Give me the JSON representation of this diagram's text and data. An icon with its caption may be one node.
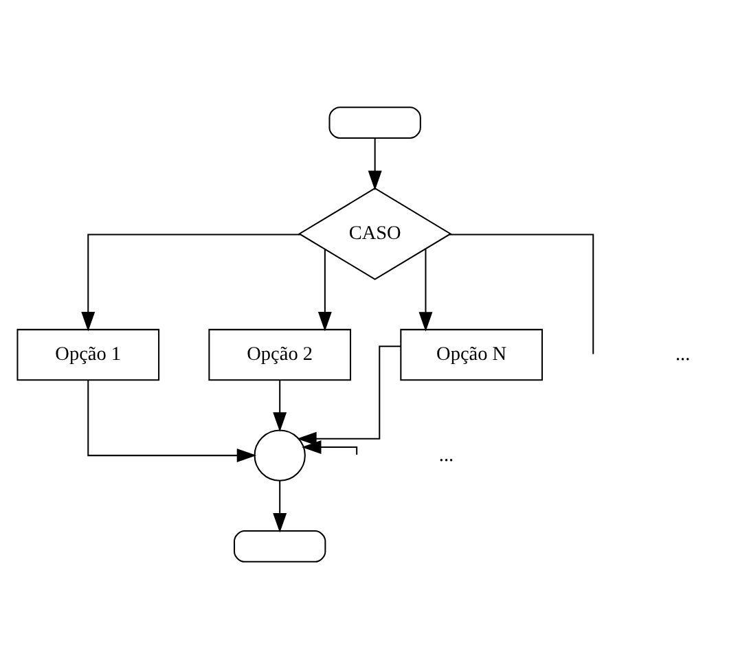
{
  "diagram": {
    "nodes": [
      {
        "text": [],
        "shape": "capsule"
      },
      {
        "text": [
          "CASO"
        ]
      },
      {
        "text": [
          "Opção 1"
        ]
      },
      {
        "text": [
          "Opção 2"
        ]
      },
      {
        "text": [
          "Opção N"
        ]
      },
      {
        "text": [],
        "shape": "circle"
      },
      {
        "text": [],
        "shape": "capsule"
      }
    ],
    "edges": [
      {
        "from": 0,
        "to": 1,
        "arrow": "to"
      },
      {
        "from": 1,
        "to": 2,
        "arrow": "to"
      },
      {
        "from": 1,
        "to": 3,
        "arrow": "to"
      },
      {
        "from": 1,
        "to": 4,
        "arrow": "to"
      },
      {
        "from": 1,
        "to": null,
        "arrow": "none"
      },
      {
        "from": 2,
        "to": 5,
        "arrow": "to"
      },
      {
        "from": 3,
        "to": 5,
        "arrow": "to"
      },
      {
        "from": 4,
        "to": 5,
        "arrow": "to"
      },
      {
        "from": null,
        "to": 5,
        "arrow": "to"
      },
      {
        "from": 5,
        "to": 6,
        "arrow": "to"
      }
    ],
    "labels": [
      "...",
      "..."
    ]
  }
}
